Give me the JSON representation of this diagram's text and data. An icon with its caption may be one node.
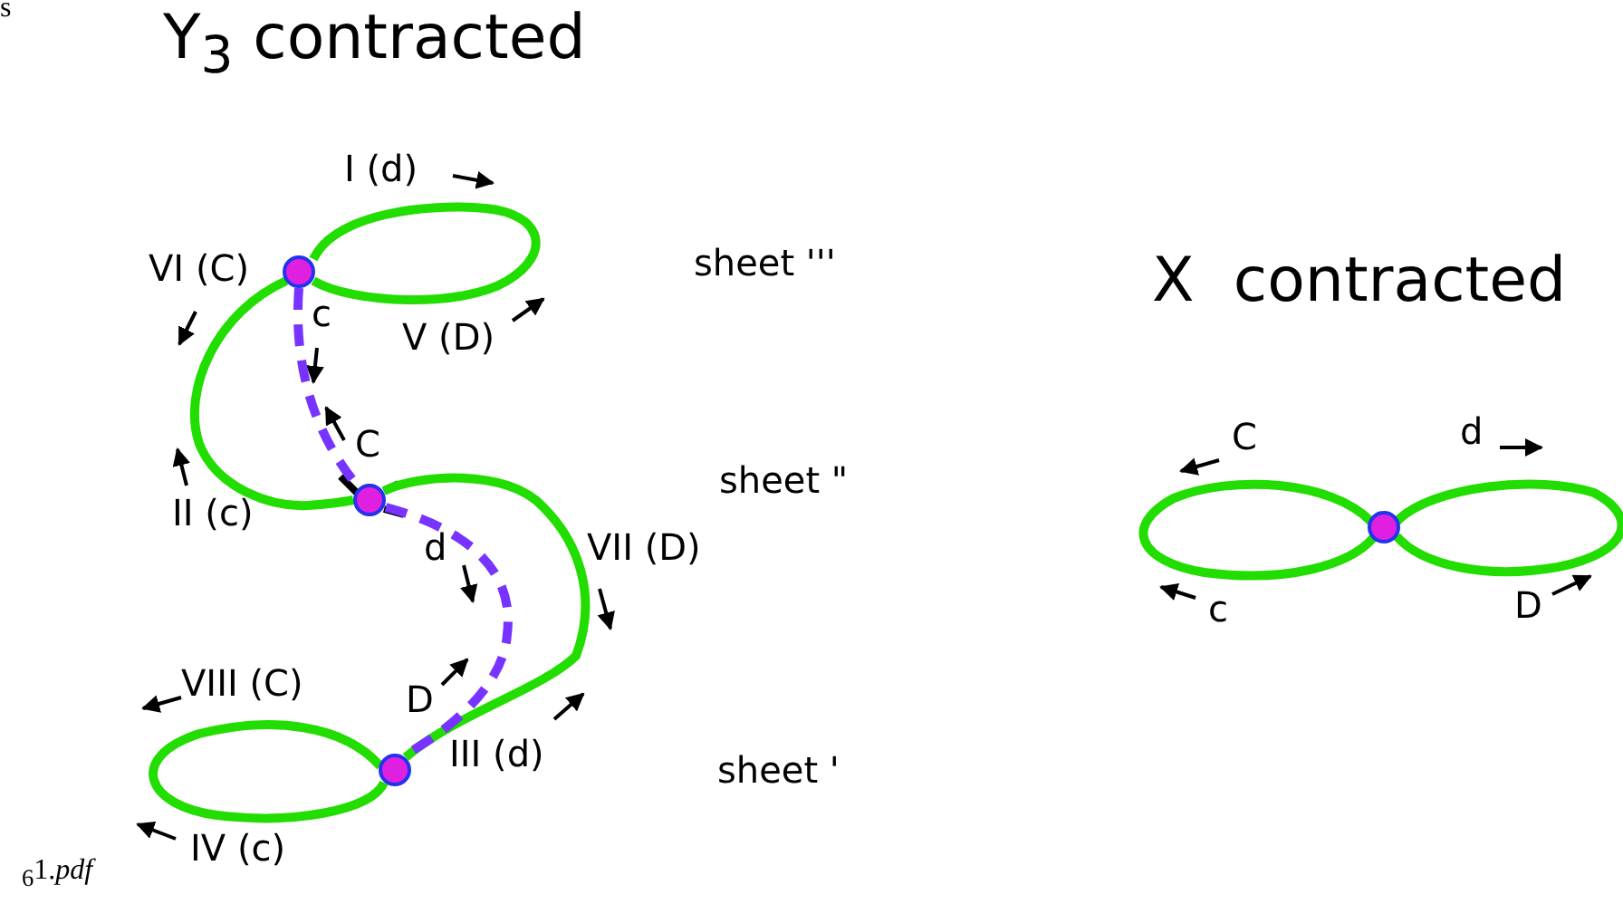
{
  "diagram": {
    "nodes": [
      {
        "text": [],
        "shape": "circle"
      },
      {
        "text": [],
        "shape": "circle"
      },
      {
        "text": [],
        "shape": "circle"
      },
      {
        "text": [],
        "shape": "circle"
      }
    ],
    "edges": [
      {
        "from": 0,
        "to": 1,
        "arrow": "none"
      },
      {
        "from": 0,
        "to": 1,
        "arrow": "none",
        "style": "dashed",
        "color": "#7733ff"
      },
      {
        "from": 1,
        "to": 2,
        "arrow": "none"
      },
      {
        "from": 1,
        "to": 2,
        "arrow": "none",
        "style": "dashed",
        "color": "#7733ff"
      }
    ],
    "labels": [
      "s",
      "Y$_{3}$ contracted",
      "I (d)",
      "VI (C)",
      "sheet '''",
      "c",
      "V (D)",
      "X  contracted",
      "C",
      "C",
      "d",
      "sheet \"",
      "II (c)",
      "d",
      "VII (D)",
      "c",
      "D",
      "D",
      "VIII (C)",
      "III (d)",
      "sheet '",
      "IV (c)",
      "$_{6}$1.*pdf*"
    ]
  }
}
